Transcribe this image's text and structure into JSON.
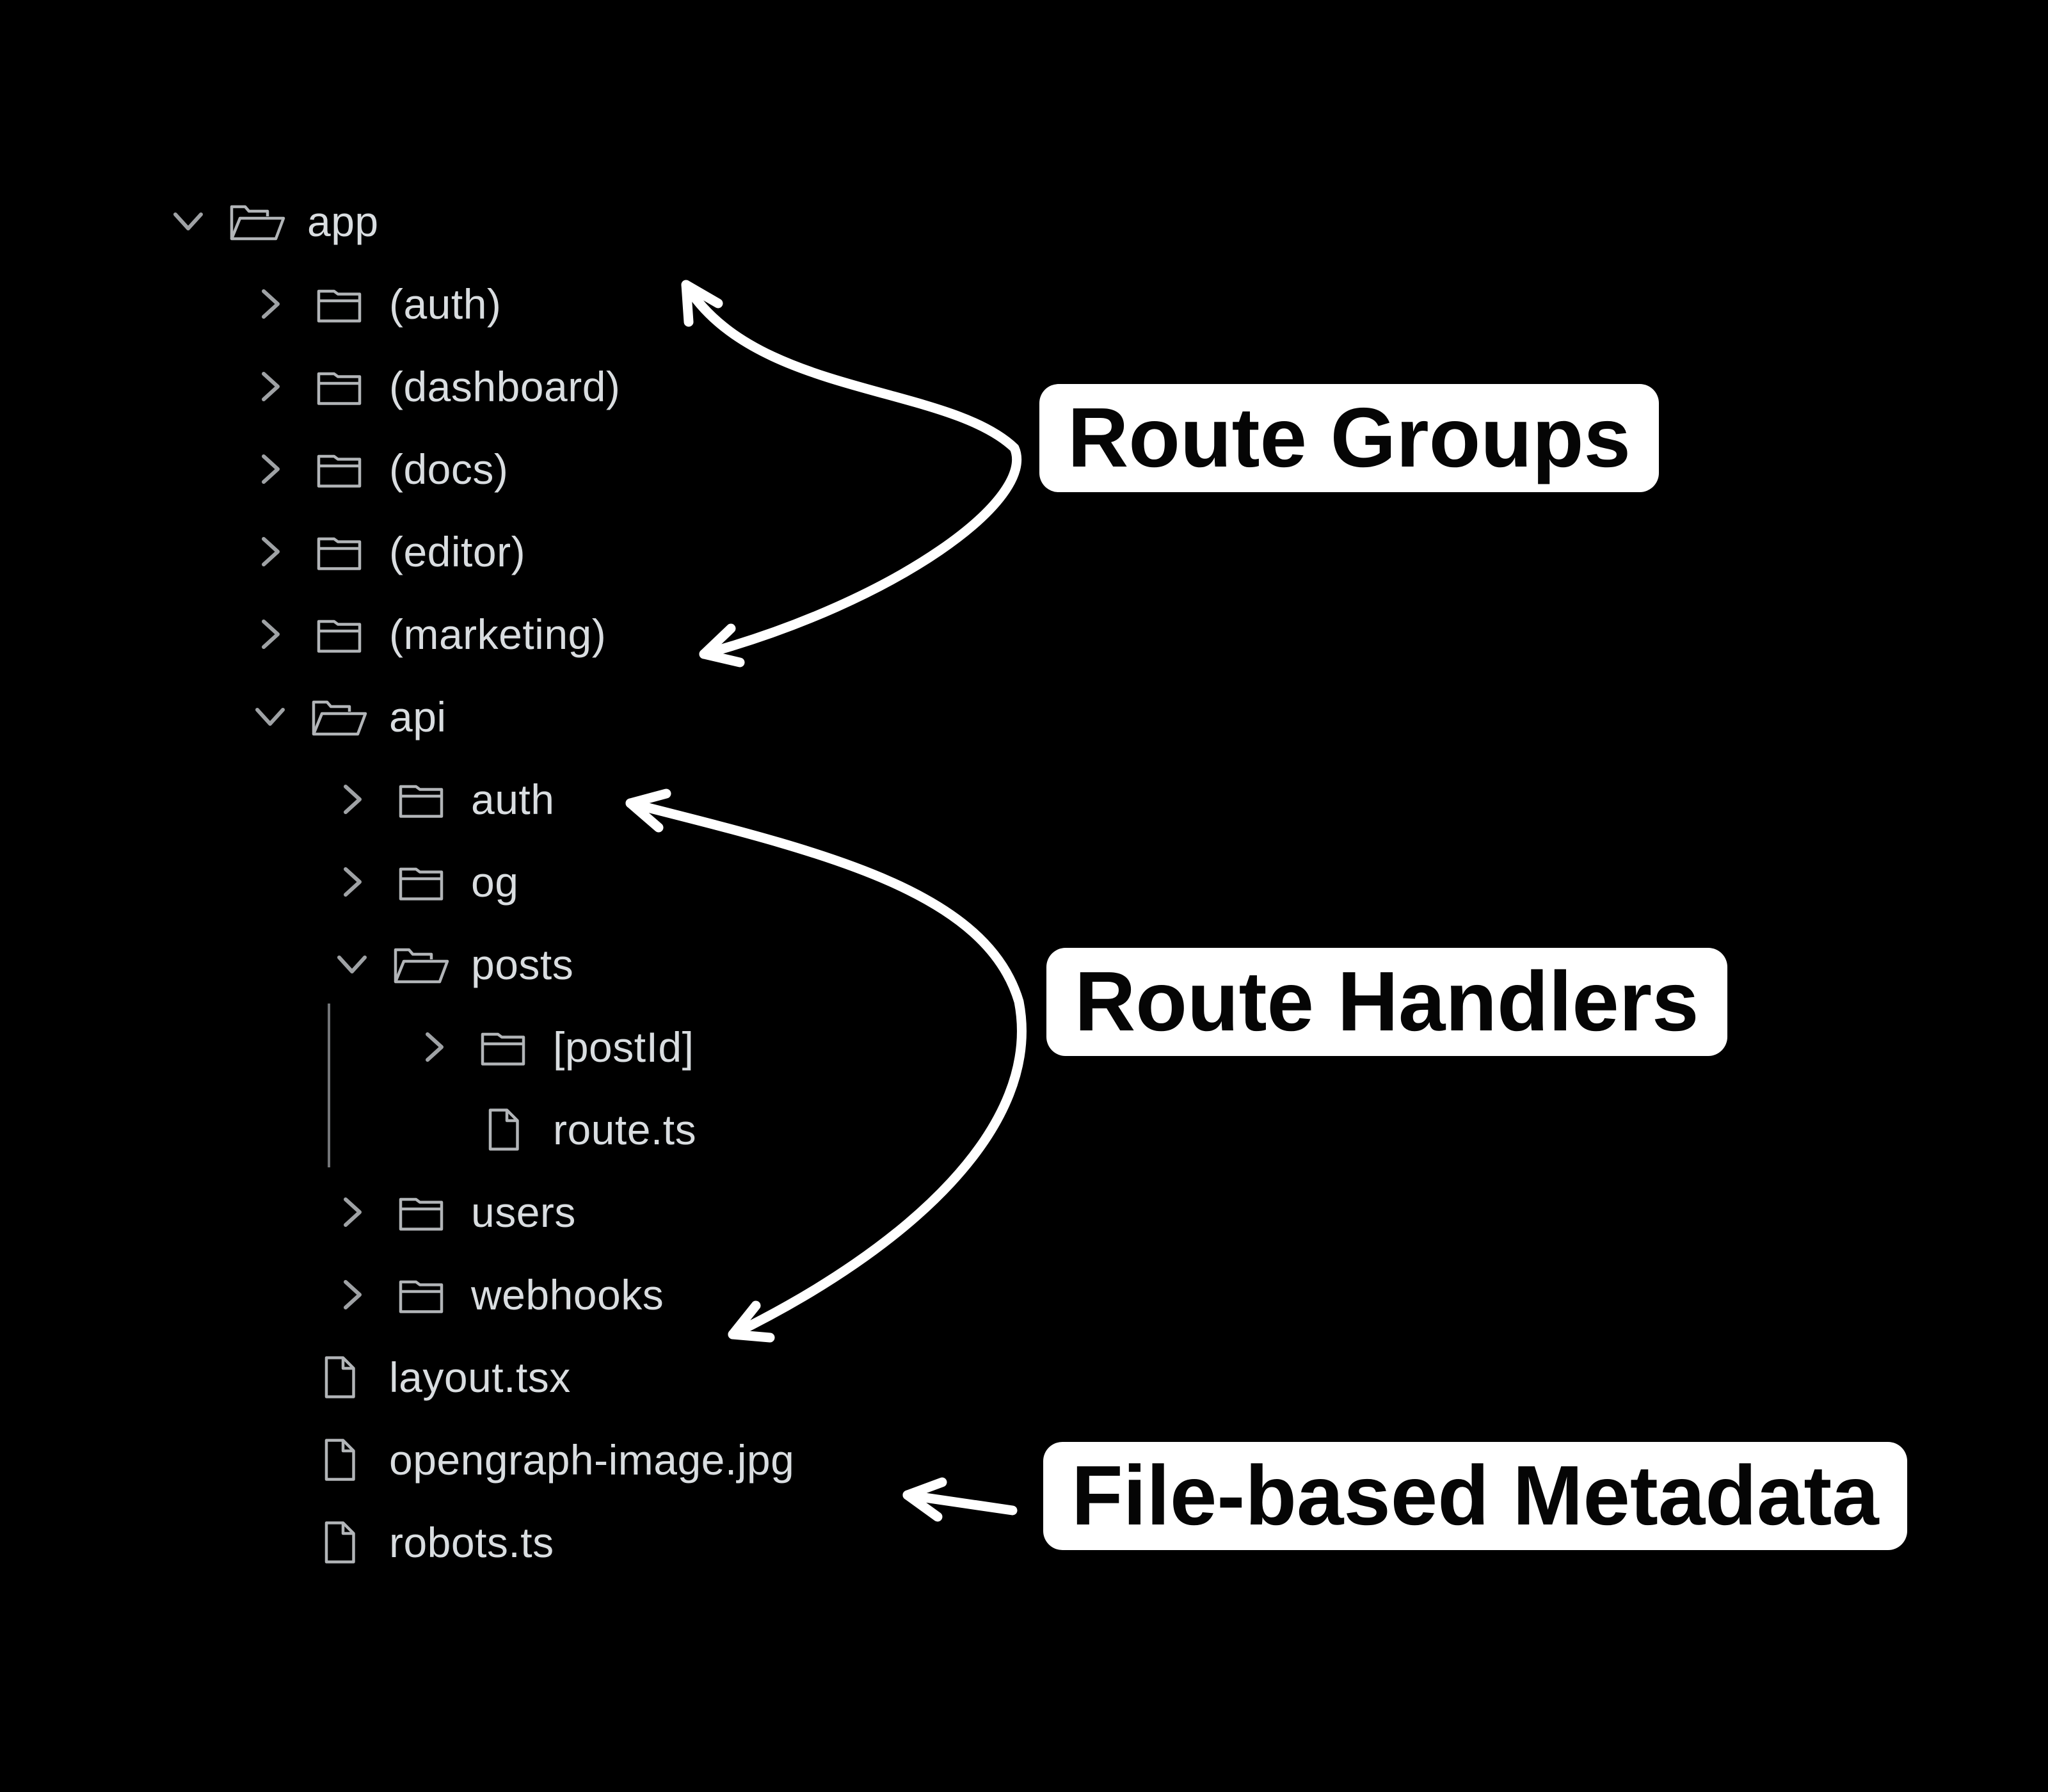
{
  "tree": {
    "rows": [
      {
        "label": "app",
        "icon": "folder-open-icon",
        "chevron": "chevron-down-icon",
        "level": 0
      },
      {
        "label": "(auth)",
        "icon": "folder-icon",
        "chevron": "chevron-right-icon",
        "level": 1
      },
      {
        "label": "(dashboard)",
        "icon": "folder-icon",
        "chevron": "chevron-right-icon",
        "level": 1
      },
      {
        "label": "(docs)",
        "icon": "folder-icon",
        "chevron": "chevron-right-icon",
        "level": 1
      },
      {
        "label": "(editor)",
        "icon": "folder-icon",
        "chevron": "chevron-right-icon",
        "level": 1
      },
      {
        "label": "(marketing)",
        "icon": "folder-icon",
        "chevron": "chevron-right-icon",
        "level": 1
      },
      {
        "label": "api",
        "icon": "folder-open-icon",
        "chevron": "chevron-down-icon",
        "level": 1
      },
      {
        "label": "auth",
        "icon": "folder-icon",
        "chevron": "chevron-right-icon",
        "level": 2
      },
      {
        "label": "og",
        "icon": "folder-icon",
        "chevron": "chevron-right-icon",
        "level": 2
      },
      {
        "label": "posts",
        "icon": "folder-open-icon",
        "chevron": "chevron-down-icon",
        "level": 2
      },
      {
        "label": "[postId]",
        "icon": "folder-icon",
        "chevron": "chevron-right-icon",
        "level": 3
      },
      {
        "label": "route.ts",
        "icon": "file-icon",
        "chevron": "none",
        "level": 3
      },
      {
        "label": "users",
        "icon": "folder-icon",
        "chevron": "chevron-right-icon",
        "level": 2
      },
      {
        "label": "webhooks",
        "icon": "folder-icon",
        "chevron": "chevron-right-icon",
        "level": 2
      },
      {
        "label": "layout.tsx",
        "icon": "file-icon",
        "chevron": "none",
        "level": 1
      },
      {
        "label": "opengraph-image.jpg",
        "icon": "file-icon",
        "chevron": "none",
        "level": 1
      },
      {
        "label": "robots.ts",
        "icon": "file-icon",
        "chevron": "none",
        "level": 1
      }
    ]
  },
  "callouts": {
    "route_groups": {
      "label": "Route Groups",
      "points_to": [
        "(auth)",
        "(marketing)"
      ]
    },
    "route_handlers": {
      "label": "Route Handlers",
      "points_to": [
        "auth",
        "webhooks"
      ]
    },
    "file_metadata": {
      "label": "File-based Metadata",
      "points_to": [
        "opengraph-image.jpg"
      ]
    }
  },
  "colors": {
    "background": "#000000",
    "tree_text": "#d9dde0",
    "icon": "#b2b5b8",
    "chevron": "#9fa2a5",
    "guide": "#737578",
    "arrow": "#ffffff",
    "callout_bg": "#ffffff",
    "callout_text": "#050505"
  }
}
